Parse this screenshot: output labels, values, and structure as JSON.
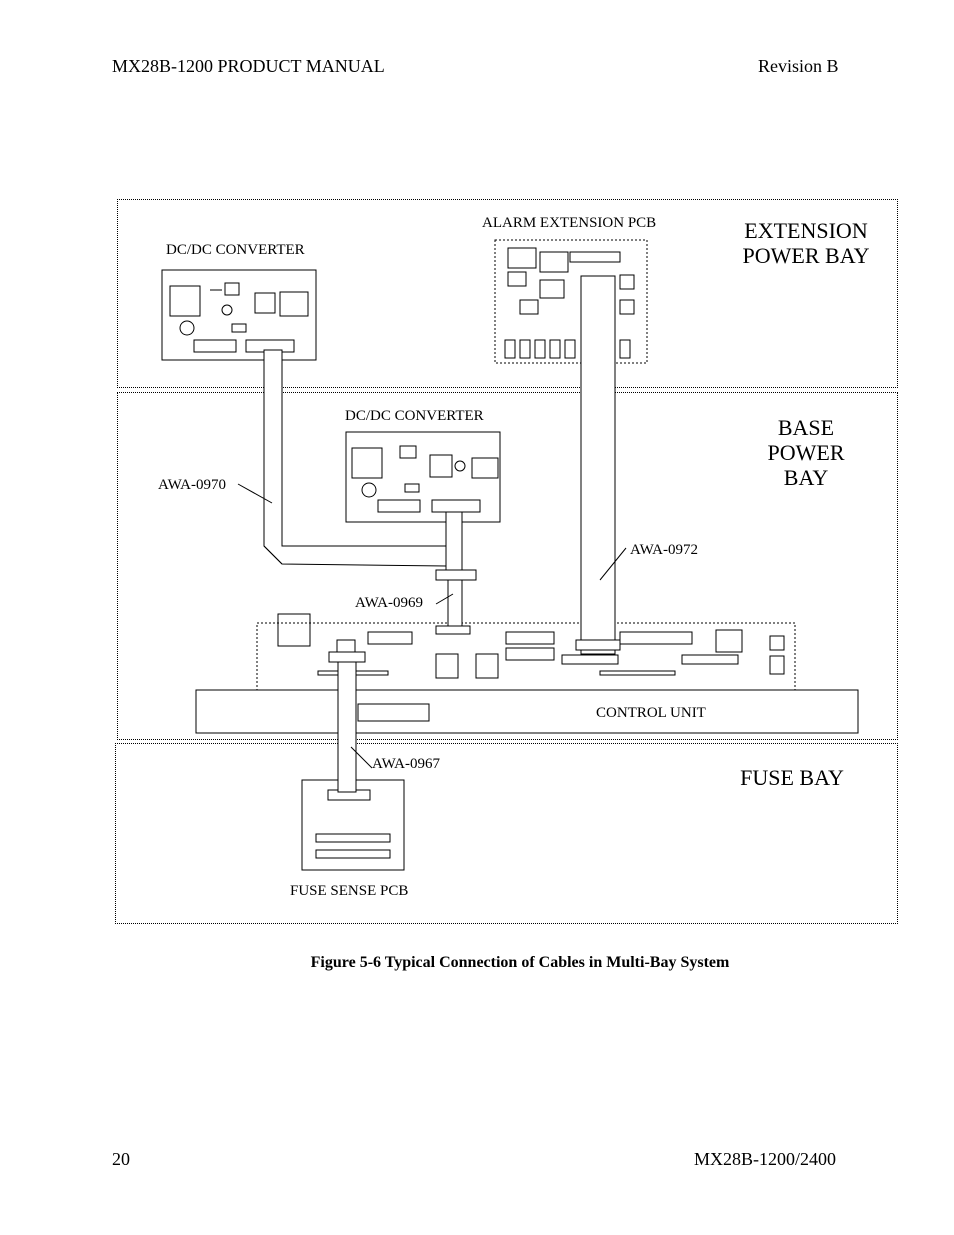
{
  "header": {
    "left": "MX28B-1200   PRODUCT MANUAL",
    "right": "Revision B"
  },
  "footer": {
    "page_number": "20",
    "model": "MX28B-1200/2400"
  },
  "bays": {
    "extension": "EXTENSION POWER BAY",
    "base": "BASE POWER BAY",
    "fuse": "FUSE BAY"
  },
  "labels": {
    "dcdc_top": "DC/DC CONVERTER",
    "alarm_pcb": "ALARM EXTENSION PCB",
    "dcdc_base": "DC/DC CONVERTER",
    "awa0970": "AWA-0970",
    "awa0972": "AWA-0972",
    "awa0969": "AWA-0969",
    "awa0967": "AWA-0967",
    "control_unit": "CONTROL UNIT",
    "fuse_sense": "FUSE SENSE PCB"
  },
  "caption": "Figure 5-6 Typical Connection of Cables in Multi-Bay System"
}
